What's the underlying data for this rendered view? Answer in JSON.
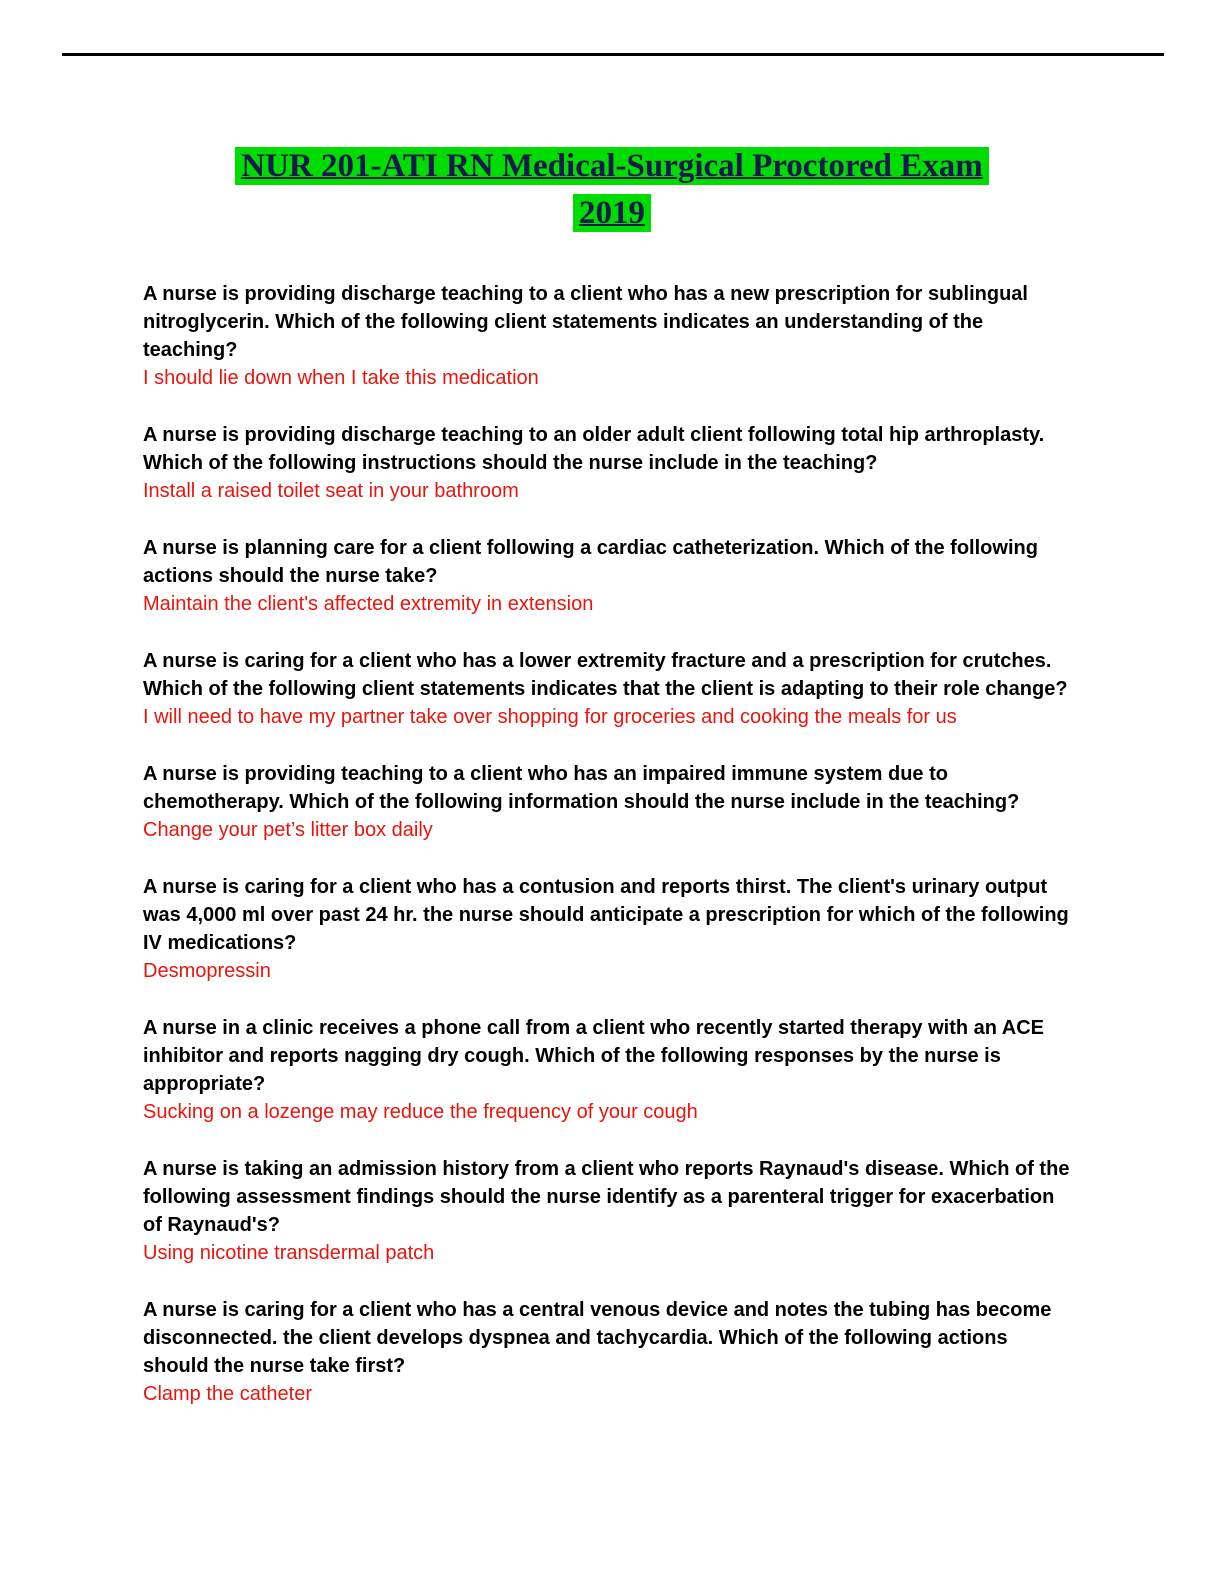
{
  "colors": {
    "title_highlight": "#00dc00",
    "title_text": "#19194f",
    "question_text": "#000000",
    "answer_text": "#e8150d"
  },
  "header": {
    "title_line1": "NUR 201-ATI RN Medical-Surgical Proctored Exam",
    "title_line2": "2019"
  },
  "qa_items": [
    {
      "question": "A nurse is providing discharge teaching to a client who has a new prescription for sublingual nitroglycerin. Which of the following client statements indicates an understanding of the teaching?",
      "answer": "I should lie down when I take this medication"
    },
    {
      "question": "A nurse is providing discharge teaching to an older adult client following total hip arthroplasty. Which of the following instructions should the nurse include in the teaching?",
      "answer": "Install a raised toilet seat in your bathroom"
    },
    {
      "question": "A nurse is planning care for a client following a cardiac catheterization. Which of the following actions should the nurse take?",
      "answer": "Maintain the client's affected extremity in extension"
    },
    {
      "question": "A nurse is caring for a client who has a lower extremity fracture and a prescription for crutches. Which of the following client statements indicates that the client is adapting to their role change?",
      "answer": "I will need to have my partner take over shopping for groceries and cooking the meals for us"
    },
    {
      "question": "A nurse is providing teaching to a client who has an impaired immune system due to chemotherapy. Which of the following information should the nurse include in the teaching?",
      "answer": "Change your pet’s litter box daily"
    },
    {
      "question": "A nurse is caring for a client who has a contusion and reports thirst. The client's urinary output was 4,000 ml over past 24 hr. the nurse should anticipate a prescription for which of the following IV medications?",
      "answer": "Desmopressin"
    },
    {
      "question": "A nurse in a clinic receives a phone call from a client who recently started therapy with an ACE inhibitor and reports nagging dry cough. Which of the following responses by the nurse is appropriate?",
      "answer": "Sucking on a lozenge may reduce the frequency of your cough"
    },
    {
      "question": "A nurse is taking an admission history from a client who reports Raynaud's disease. Which of the following assessment findings should the nurse identify as a parenteral trigger for exacerbation of Raynaud's?",
      "answer": "Using nicotine transdermal patch"
    },
    {
      "question": "A nurse is caring for a client who has a central venous device and notes the tubing has become disconnected. the client develops dyspnea and tachycardia. Which of the following actions should the nurse take first?",
      "answer": "Clamp the catheter"
    }
  ]
}
